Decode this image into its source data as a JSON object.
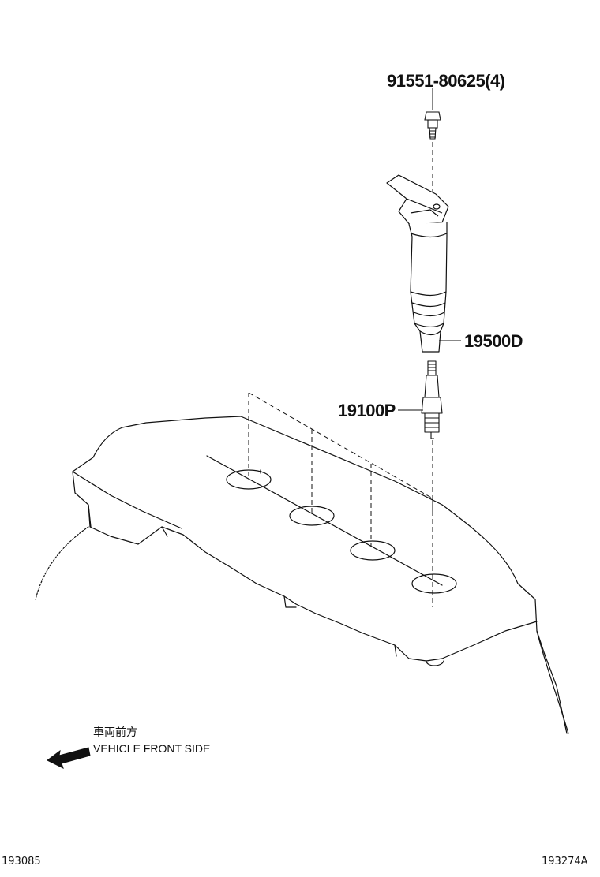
{
  "parts": {
    "bolt": "91551-80625(4)",
    "coil": "19500D",
    "plug": "19100P"
  },
  "direction": {
    "jp": "車両前方",
    "en": "VEHICLE FRONT SIDE",
    "arrow_icon": "arrow-left-icon"
  },
  "footer": {
    "left_code": "193085",
    "right_code": "193274A"
  }
}
